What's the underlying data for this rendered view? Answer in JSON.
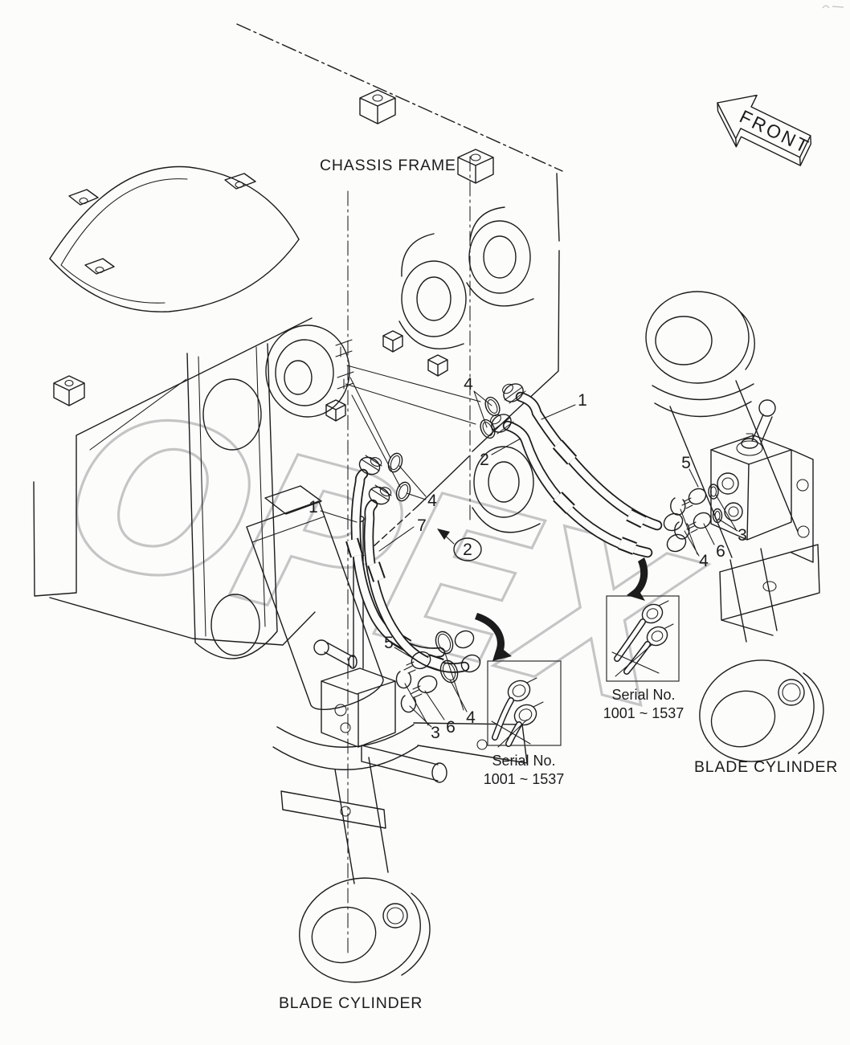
{
  "diagram": {
    "chassis_frame_label": "CHASSIS FRAME",
    "blade_cylinder_right_label": "BLADE CYLINDER",
    "blade_cylinder_bottom_label": "BLADE CYLINDER",
    "front_label": "FRONT",
    "watermark_text": "OPEX"
  },
  "insets": [
    {
      "line1": "Serial No.",
      "line2": "1001 ~ 1537"
    },
    {
      "line1": "Serial No.",
      "line2": "1001 ~ 1537"
    }
  ],
  "callouts": [
    {
      "label": "4"
    },
    {
      "label": "1"
    },
    {
      "label": "2"
    },
    {
      "label": "1"
    },
    {
      "label": "4"
    },
    {
      "label": "7"
    },
    {
      "label": "2"
    },
    {
      "label": "5"
    },
    {
      "label": "3"
    },
    {
      "label": "6"
    },
    {
      "label": "4"
    },
    {
      "label": "5"
    },
    {
      "label": "3"
    },
    {
      "label": "6"
    },
    {
      "label": "4"
    }
  ],
  "colors": {
    "line": "#1c1c1c",
    "background": "#fcfcfa",
    "watermark": "#c5c5c5"
  }
}
